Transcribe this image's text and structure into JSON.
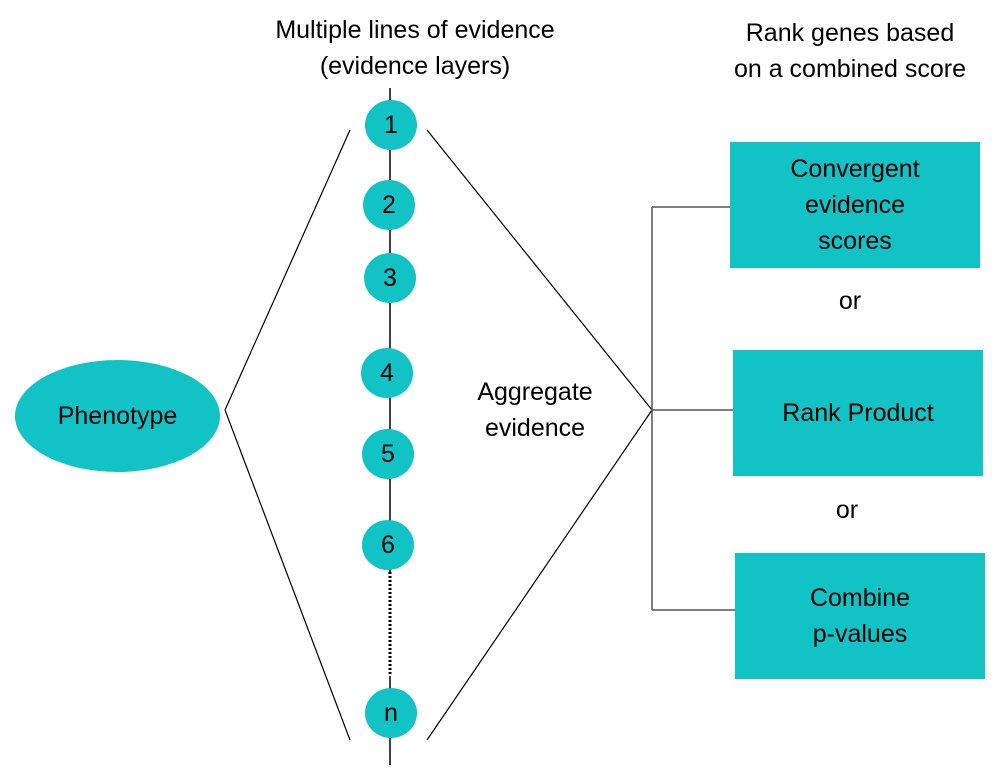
{
  "header_left": {
    "line1": "Multiple lines of evidence",
    "line2": "(evidence layers)"
  },
  "header_right": {
    "line1": "Rank genes based",
    "line2": "on a combined score"
  },
  "phenotype": "Phenotype",
  "aggregate": {
    "line1": "Aggregate",
    "line2": "evidence"
  },
  "layers": [
    "1",
    "2",
    "3",
    "4",
    "5",
    "6",
    "n"
  ],
  "methods": [
    {
      "lines": [
        "Convergent",
        "evidence",
        "scores"
      ]
    },
    {
      "lines": [
        "Rank Product"
      ]
    },
    {
      "lines": [
        "Combine",
        "p-values"
      ]
    }
  ],
  "connectors": [
    "or",
    "or"
  ],
  "colors": {
    "fill": "#12c3c6",
    "line": "#000000",
    "bracket": "#555555"
  }
}
